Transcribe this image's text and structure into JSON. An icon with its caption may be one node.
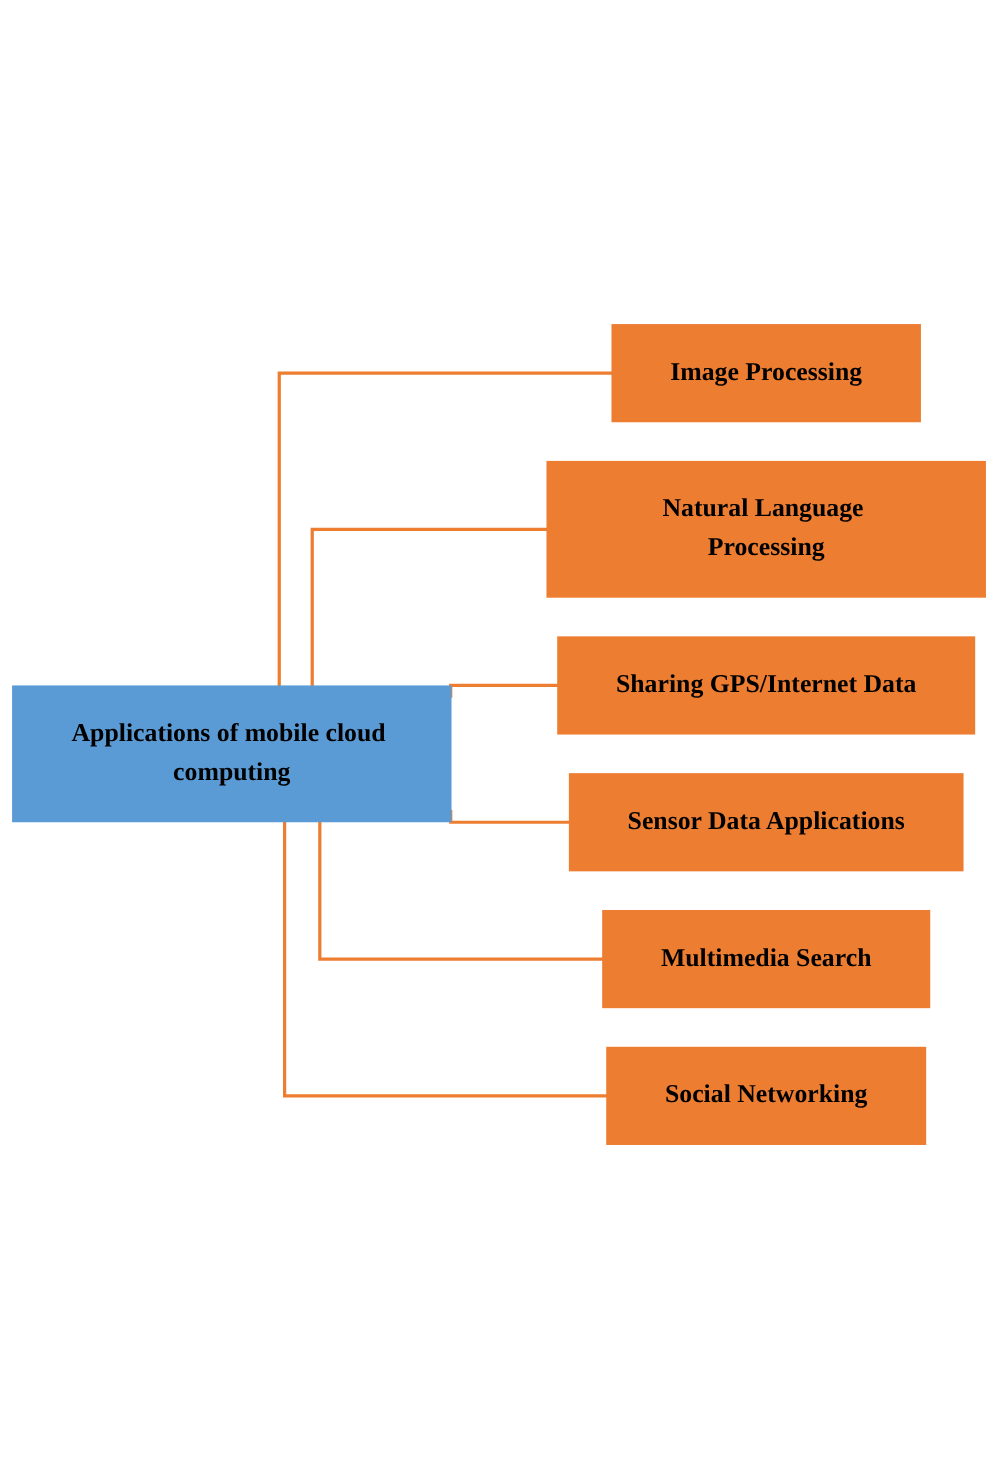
{
  "diagram": {
    "nodes": [
      {
        "text": [
          "Applications of mobile cloud computing"
        ]
      },
      {
        "text": [
          "Image Processing"
        ]
      },
      {
        "text": [
          "Natural Language Processing"
        ]
      },
      {
        "text": [
          "Sharing GPS/Internet Data"
        ]
      },
      {
        "text": [
          "Sensor Data Applications"
        ]
      },
      {
        "text": [
          "Multimedia Search"
        ]
      },
      {
        "text": [
          "Social Networking"
        ]
      }
    ],
    "edges": [
      {
        "from": 0,
        "to": 1,
        "arrow": "none"
      },
      {
        "from": 0,
        "to": 2,
        "arrow": "none"
      },
      {
        "from": 0,
        "to": 3,
        "arrow": "none"
      },
      {
        "from": 0,
        "to": 4,
        "arrow": "none"
      },
      {
        "from": 0,
        "to": 5,
        "arrow": "none"
      },
      {
        "from": 0,
        "to": 6,
        "arrow": "none"
      }
    ]
  }
}
